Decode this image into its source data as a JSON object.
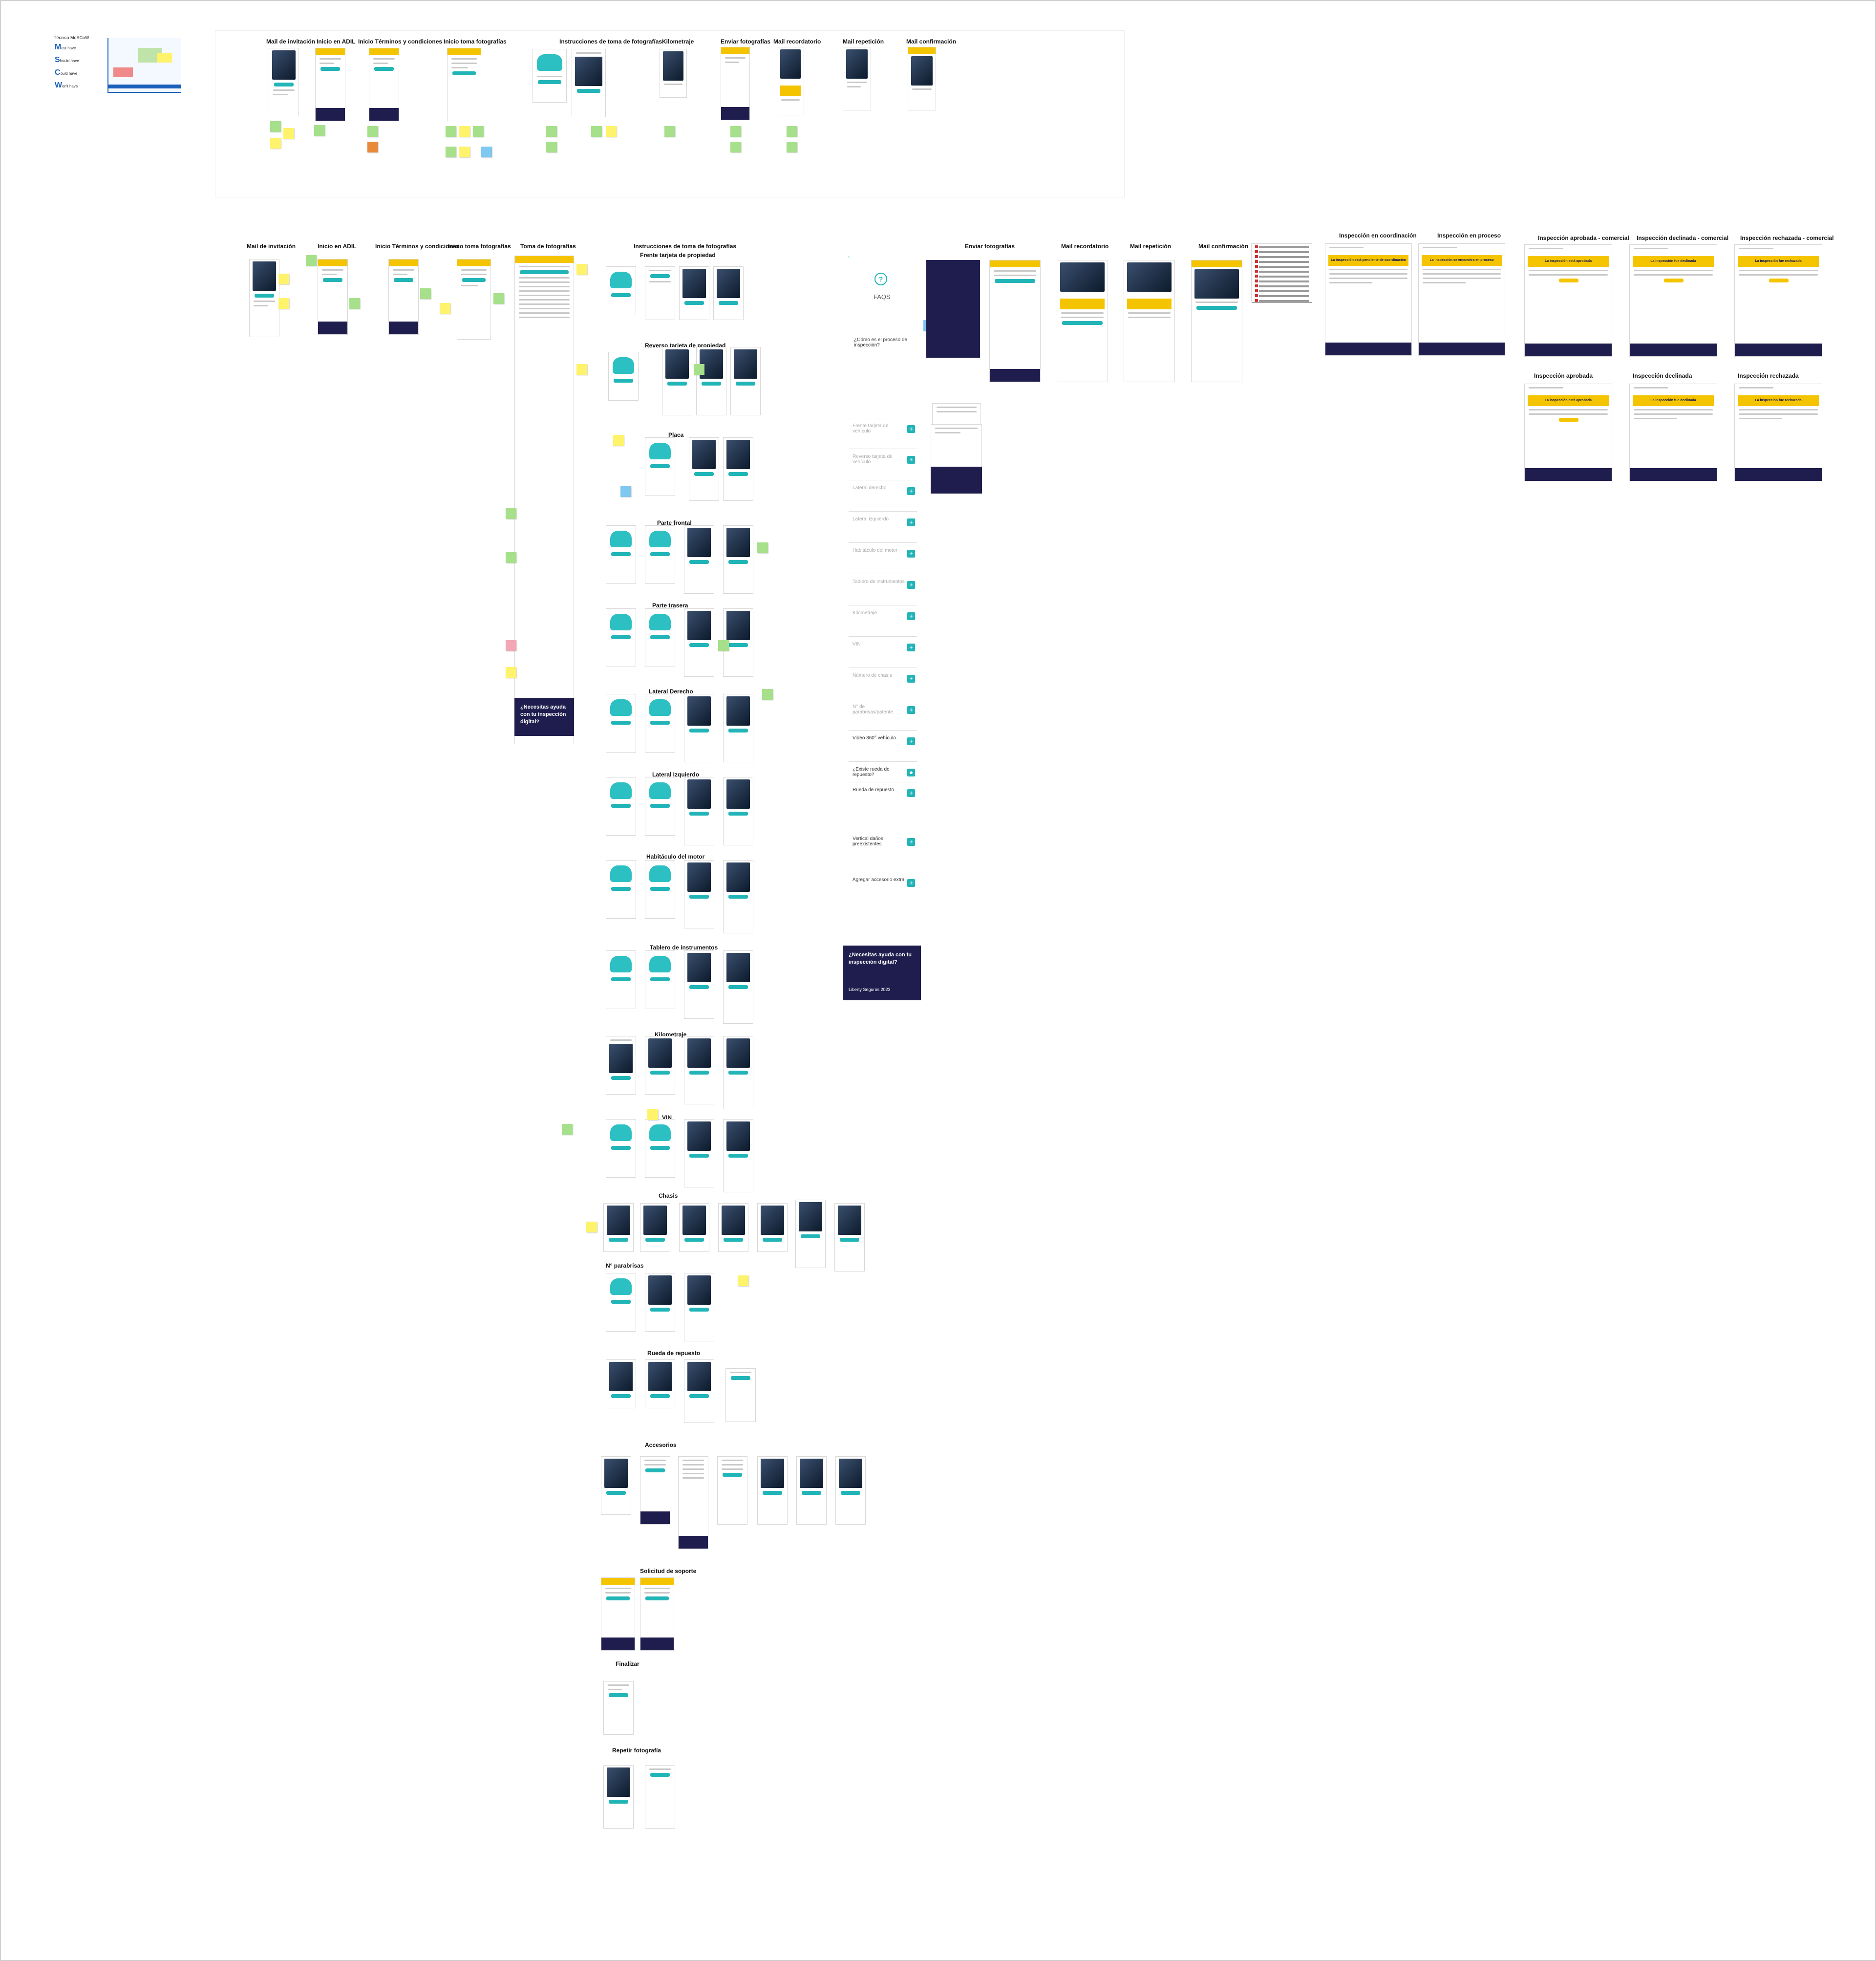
{
  "moscow": {
    "heading": "Técnica MoSCoW",
    "items": [
      {
        "letter": "M",
        "rest": "ust have"
      },
      {
        "letter": "S",
        "rest": "hould have"
      },
      {
        "letter": "C",
        "rest": "ould have"
      },
      {
        "letter": "W",
        "rest": "on't have"
      }
    ]
  },
  "top_row_titles": [
    "Mail de invitación",
    "Inicio en ADIL",
    "Inicio Términos y condiciones",
    "Inicio toma fotografías",
    "Instrucciones de toma de fotografías",
    "Kilometraje",
    "Enviar fotografías",
    "Mail recordatorio",
    "Mail repetición",
    "Mail confirmación"
  ],
  "main_row_titles": [
    "Mail de invitación",
    "Inicio en ADIL",
    "Inicio Términos y condiciones",
    "Inicio toma fotografías",
    "Toma de fotografías",
    "Instrucciones de toma de fotografías",
    "Enviar fotografías",
    "Mail recordatorio",
    "Mail repetición",
    "Mail confirmación"
  ],
  "photo_sections": [
    "Frente tarjeta de propiedad",
    "Reverso tarjeta de propiedad",
    "Placa",
    "Parte frontal",
    "Parte trasera",
    "Lateral Derecho",
    "Lateral Izquierdo",
    "Habitáculo del motor",
    "Tablero de instrumentos",
    "Kilometraje",
    "VIN",
    "Chasis",
    "N° parabrisas",
    "Rueda de repuesto",
    "Accesorios",
    "Solicitud de soporte",
    "Finalizar",
    "Repetir fotografía"
  ],
  "inspection_titles_row1": [
    "Inspección en coordinación",
    "Inspección en proceso",
    "Inspección aprobada - comercial",
    "Inspección declinada - comercial",
    "Inspección rechazada - comercial"
  ],
  "inspection_titles_row2": [
    "Inspección aprobada",
    "Inspección declinada",
    "Inspección rechazada"
  ],
  "inspection_banners_row1": [
    "La inspección está pendiente de coordinación",
    "La inspección se encuentra en proceso",
    "La inspección está aprobada",
    "La inspección fue declinada",
    "La inspección fue rechazada"
  ],
  "inspection_banners_row2": [
    "La inspección está aprobada",
    "La inspección fue declinada",
    "La inspección fue rechazada"
  ],
  "faq": {
    "icon": "?",
    "title": "FAQS",
    "question": "¿Cómo es el proceso de inspección?",
    "rows": [
      "Frente tarjeta de vehículo",
      "Reverso tarjeta de vehículo",
      "Lateral derecho",
      "Lateral izquierdo",
      "Habitáculo del motor",
      "Tablero de instrumentos",
      "Kilometraje",
      "VIN",
      "Número de chasis",
      "N° de parabrisas/patente",
      "Video 360° vehículo",
      "¿Existe rueda de repuesto?",
      "Rueda de repuesto",
      "Vertical daños preexistentes",
      "Agregar accesorio extra"
    ]
  },
  "help_box": {
    "title": "¿Necesitas ayuda con tu inspección digital?",
    "line1": "Liberty Seguros 2023"
  },
  "colors": {
    "brand_yellow": "#f5c400",
    "brand_navy": "#1f1d4d",
    "accent_teal": "#22b5b8"
  }
}
